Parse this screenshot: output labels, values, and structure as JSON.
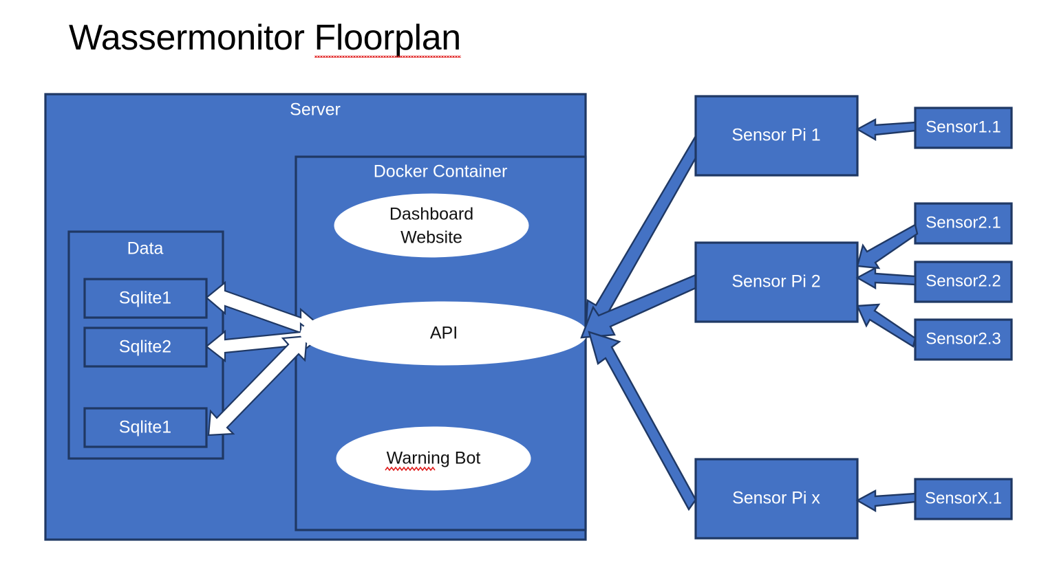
{
  "title": {
    "full": "Wassermonitor Floorplan",
    "word_plain": "Wassermonitor ",
    "word_misspelled": "Floorplan"
  },
  "colors": {
    "box_fill": "#4472C4",
    "box_border": "#1F3864",
    "ellipse_fill": "#FFFFFF",
    "white_arrow": "#FFFFFF",
    "blue_arrow": "#4472C4",
    "text_on_blue": "#FFFFFF",
    "text_on_white": "#111111",
    "spellcheck_underline": "#E01B1B",
    "page_background": "#FFFFFF"
  },
  "server": {
    "label": "Server",
    "data_group": {
      "label": "Data",
      "databases": [
        {
          "label": "Sqlite1"
        },
        {
          "label": "Sqlite2"
        },
        {
          "label": "Sqlite1"
        }
      ]
    },
    "docker": {
      "label": "Docker Container",
      "services": [
        {
          "label": "Dashboard Website",
          "line1": "Dashboard",
          "line2": "Website",
          "shape": "ellipse"
        },
        {
          "label": "API",
          "line1": "API",
          "line2": "",
          "shape": "ellipse"
        },
        {
          "label": "Warning Bot",
          "line1": "Warning Bot",
          "line2": "",
          "shape": "ellipse",
          "misspelled_word": "Warning"
        }
      ]
    }
  },
  "sensor_pis": [
    {
      "label": "Sensor Pi 1",
      "sensors": [
        {
          "label": "Sensor1.1"
        }
      ]
    },
    {
      "label": "Sensor Pi 2",
      "sensors": [
        {
          "label": "Sensor2.1"
        },
        {
          "label": "Sensor2.2"
        },
        {
          "label": "Sensor2.3"
        }
      ]
    },
    {
      "label": "Sensor Pi x",
      "sensors": [
        {
          "label": "SensorX.1"
        }
      ]
    }
  ],
  "connections": {
    "db_to_api": [
      {
        "from": "Sqlite1",
        "to": "API",
        "style": "double-headed",
        "color": "white"
      },
      {
        "from": "Sqlite2",
        "to": "API",
        "style": "double-headed",
        "color": "white"
      },
      {
        "from": "Sqlite1",
        "to": "API",
        "style": "double-headed",
        "color": "white"
      }
    ],
    "pi_to_api": [
      {
        "from": "Sensor Pi 1",
        "to": "API",
        "style": "single-headed",
        "color": "blue"
      },
      {
        "from": "Sensor Pi 2",
        "to": "API",
        "style": "single-headed",
        "color": "blue"
      },
      {
        "from": "Sensor Pi x",
        "to": "API",
        "style": "single-headed",
        "color": "blue"
      }
    ],
    "sensor_to_pi": [
      {
        "from": "Sensor1.1",
        "to": "Sensor Pi 1",
        "style": "single-headed",
        "color": "blue"
      },
      {
        "from": "Sensor2.1",
        "to": "Sensor Pi 2",
        "style": "single-headed",
        "color": "blue"
      },
      {
        "from": "Sensor2.2",
        "to": "Sensor Pi 2",
        "style": "single-headed",
        "color": "blue"
      },
      {
        "from": "Sensor2.3",
        "to": "Sensor Pi 2",
        "style": "single-headed",
        "color": "blue"
      },
      {
        "from": "SensorX.1",
        "to": "Sensor Pi x",
        "style": "single-headed",
        "color": "blue"
      }
    ]
  }
}
